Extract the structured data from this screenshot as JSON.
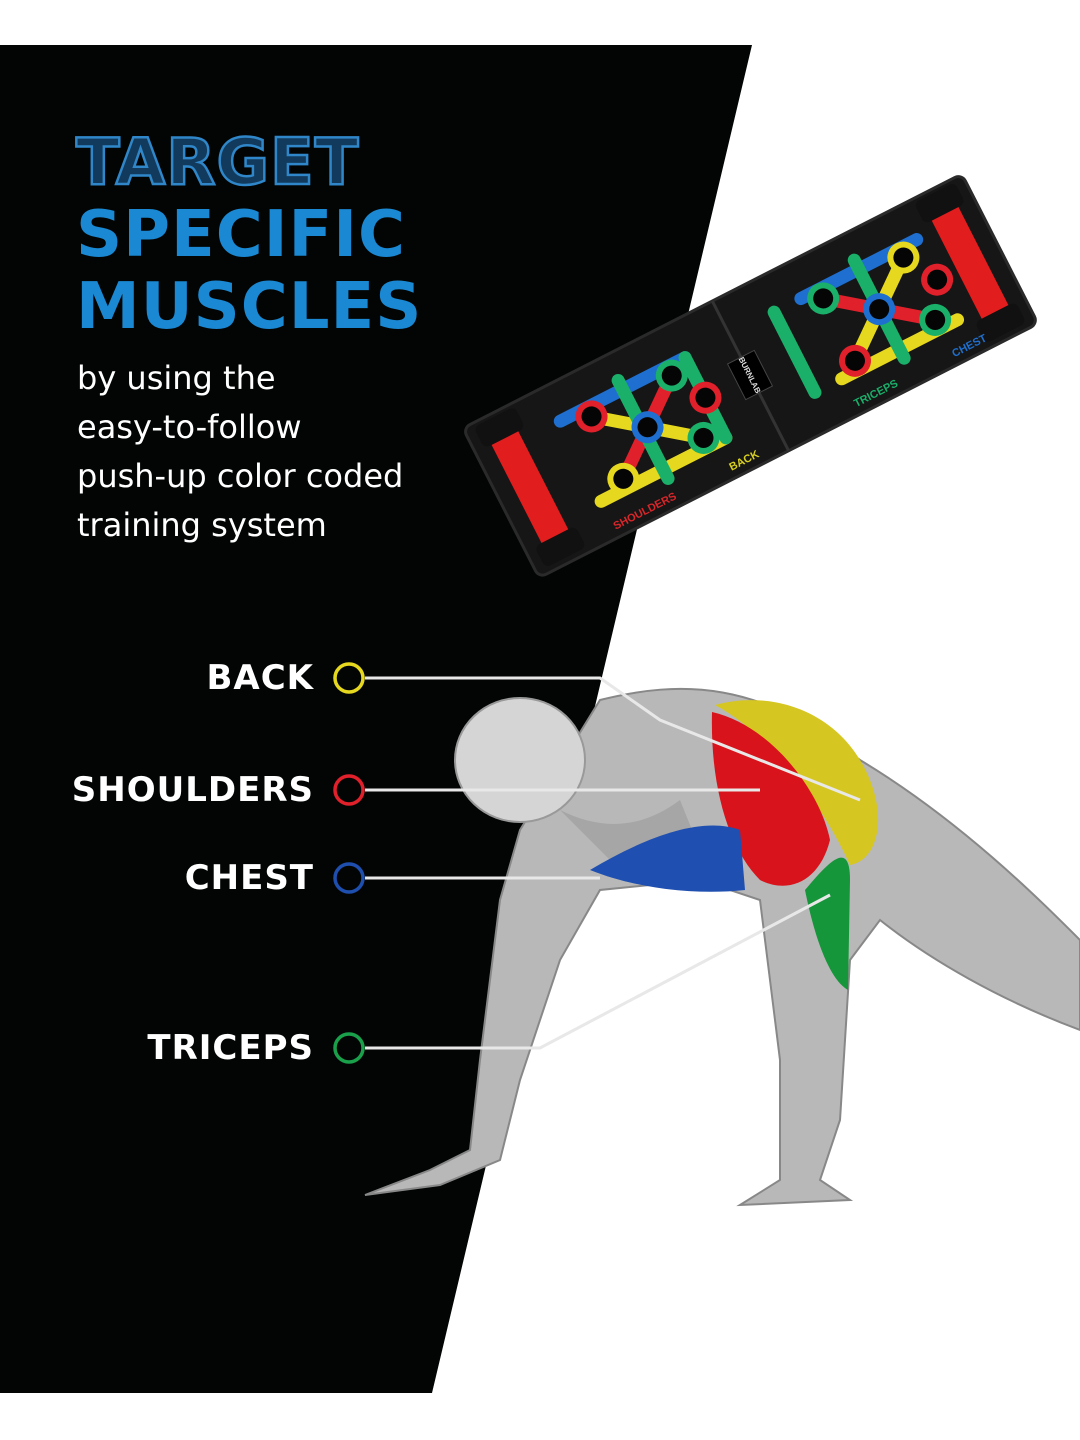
{
  "headline": {
    "line1": "TARGET",
    "line2": "SPECIFIC",
    "line3": "MUSCLES"
  },
  "subheading": [
    "by using the",
    "easy-to-follow",
    "push-up color coded",
    "training system"
  ],
  "board": {
    "brand": "BURNLAB",
    "labels": {
      "shoulders": "SHOULDERS",
      "back": "BACK",
      "triceps": "TRICEPS",
      "chest": "CHEST"
    }
  },
  "callouts": [
    {
      "label": "BACK",
      "color": "#e6d81e"
    },
    {
      "label": "SHOULDERS",
      "color": "#e0202a"
    },
    {
      "label": "CHEST",
      "color": "#1e4fae"
    },
    {
      "label": "TRICEPS",
      "color": "#1aa04a"
    }
  ],
  "colors": {
    "background_dark": "#030505",
    "accent_blue": "#1a88d2",
    "red": "#e0202a",
    "yellow": "#e6d81e",
    "blue": "#1e6fd0",
    "green": "#1ab06a"
  }
}
